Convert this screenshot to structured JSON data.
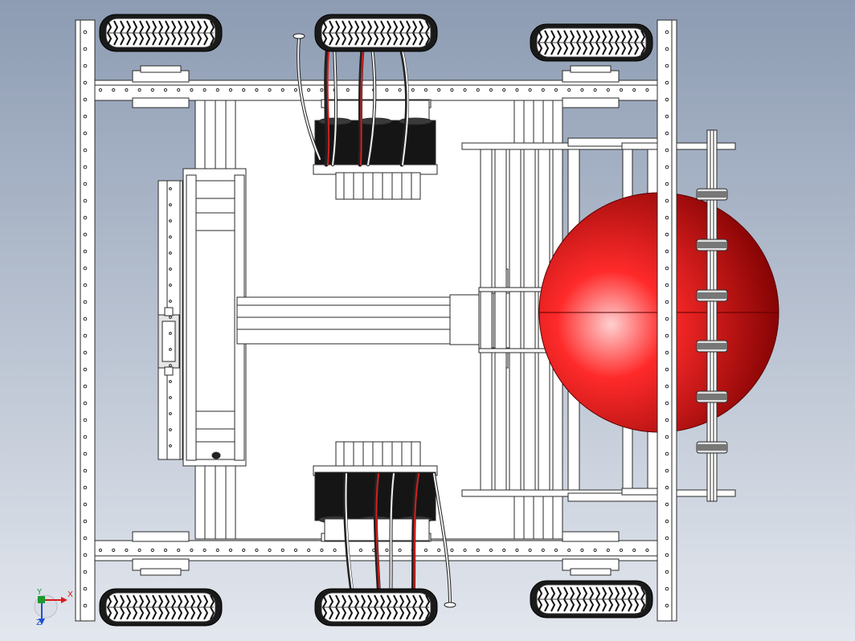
{
  "viewport": {
    "background_top": "#8d9cb3",
    "background_bottom": "#e3e7ee"
  },
  "colors": {
    "frame_fill": "#ffffff",
    "line": "#2a2a2a",
    "tire": "#1a1a1a",
    "motor": "#151515",
    "wire_red": "#d02020",
    "wire_white": "#f2f2f2",
    "ball_highlight": "#ffd0d0",
    "ball_mid": "#ff2a2a",
    "ball_dark": "#7a0000",
    "triad_x": "#d81c1c",
    "triad_y": "#1c9a2c",
    "triad_z": "#2050d0"
  },
  "model": {
    "wheels": [
      "front-left",
      "front-middle",
      "front-right",
      "rear-left",
      "rear-middle",
      "rear-right"
    ],
    "motor_assemblies": [
      "top-motor-block",
      "bottom-motor-block"
    ],
    "intake_rollers": 6,
    "ball_color": "red"
  },
  "triad": {
    "x_label": "X",
    "y_label": "Y",
    "z_label": "Z"
  }
}
